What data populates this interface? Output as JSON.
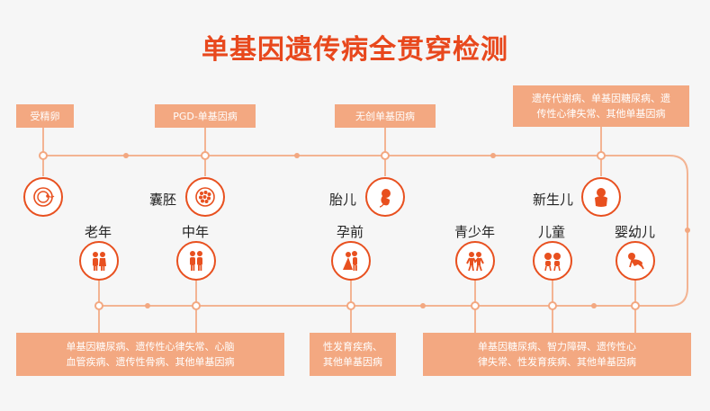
{
  "title": "单基因遗传病全贯穿检测",
  "colors": {
    "accent": "#e8501f",
    "line": "#f3b493",
    "box": "#f3a881",
    "title": "#e8481d"
  },
  "top_boxes": {
    "egg": "受精卵",
    "pgd": "PGD-单基因病",
    "nipt": "无创单基因病",
    "newborn_line1": "遗传代谢病、单基因糖尿病、遗",
    "newborn_line2": "传性心律失常、其他单基因病"
  },
  "stages": {
    "blastocyst": "囊胚",
    "fetus": "胎儿",
    "newborn": "新生儿",
    "elderly": "老年",
    "middle": "中年",
    "pregnancy": "孕前",
    "youth": "青少年",
    "child": "儿童",
    "infant": "婴幼儿"
  },
  "bottom_boxes": {
    "adult_line1": "单基因糖尿病、遗传性心律失常、心脑",
    "adult_line2": "血管疾病、遗传性骨病、其他单基因病",
    "pre_line1": "性发育疾病、",
    "pre_line2": "其他单基因病",
    "young_line1": "单基因糖尿病、智力障碍、遗传性心",
    "young_line2": "律失常、性发育疾病、其他单基因病"
  },
  "icons": {
    "egg": "sperm-egg-icon",
    "blastocyst": "blastocyst-icon",
    "fetus": "fetus-icon",
    "newborn": "newborn-icon",
    "elderly": "elderly-couple-icon",
    "middle": "middle-aged-couple-icon",
    "pregnancy": "wedding-couple-icon",
    "youth": "youth-couple-icon",
    "child": "children-icon",
    "infant": "crawling-baby-icon"
  }
}
